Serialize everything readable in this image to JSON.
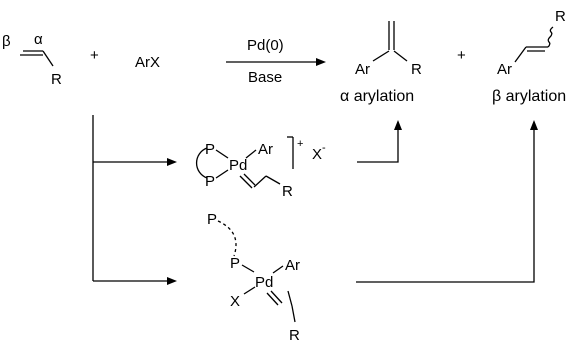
{
  "reaction": {
    "alkene": {
      "beta": "β",
      "alpha": "α",
      "substituent": "R"
    },
    "plus": "+",
    "aryl_halide": "ArX",
    "catalyst": "Pd(0)",
    "base": "Base"
  },
  "products": {
    "alpha": {
      "aryl": "Ar",
      "substituent": "R",
      "label": "α arylation"
    },
    "plus": "+",
    "beta": {
      "aryl": "Ar",
      "substituent": "R",
      "label": "β arylation"
    }
  },
  "cationic_pathway": {
    "ligand_top": "P",
    "ligand_bottom": "P",
    "metal": "Pd",
    "aryl": "Ar",
    "substituent": "R",
    "charge": "+",
    "counterion": "X",
    "counterion_charge": "-"
  },
  "neutral_pathway": {
    "ligand_dangling": "P",
    "ligand_bound": "P",
    "metal": "Pd",
    "aryl": "Ar",
    "halide": "X",
    "substituent": "R"
  }
}
